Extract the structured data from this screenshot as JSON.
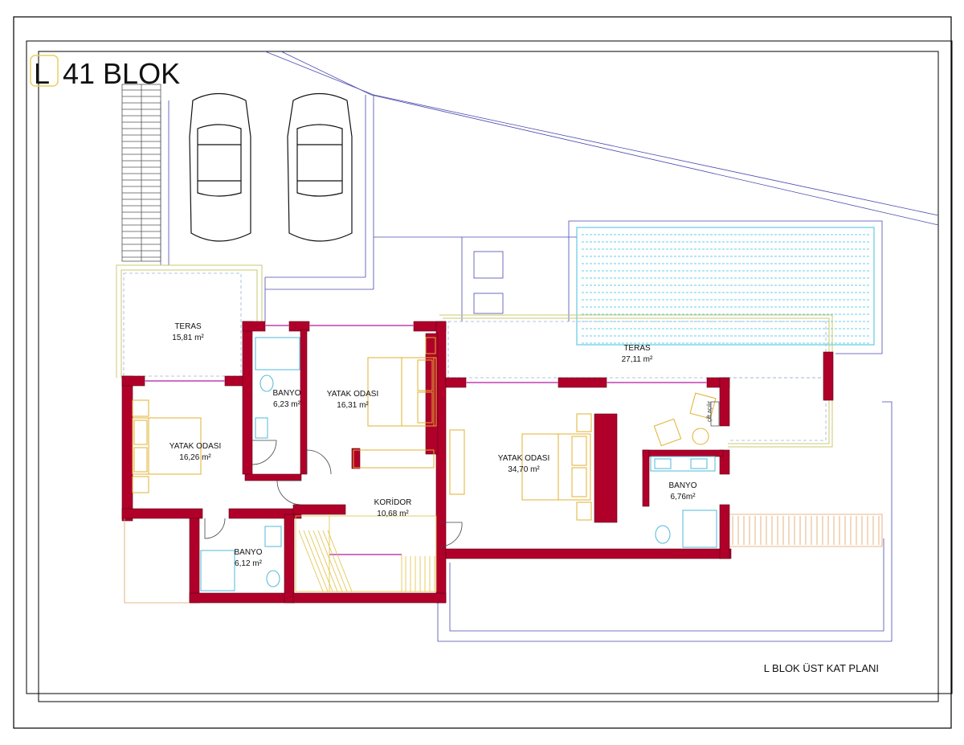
{
  "title": {
    "letter": "L",
    "text": "41 BLOK"
  },
  "caption": "L BLOK ÜST KAT PLANI",
  "rooms": {
    "teras_small": {
      "name": "TERAS",
      "area": "15,81 m²"
    },
    "teras_large": {
      "name": "TERAS",
      "area": "27,11 m²"
    },
    "banyo_1": {
      "name": "BANYO",
      "area": "6,23 m²"
    },
    "yatak_1": {
      "name": "YATAK ODASI",
      "area": "16,31 m²"
    },
    "yatak_2": {
      "name": "YATAK ODASI",
      "area": "16,26 m²"
    },
    "yatak_master": {
      "name": "YATAK ODASI",
      "area": "34,70 m²"
    },
    "banyo_master": {
      "name": "BANYO",
      "area": "6,76m²"
    },
    "koridor": {
      "name": "KORİDOR",
      "area": "10,68 m²"
    },
    "banyo_2": {
      "name": "BANYO",
      "area": "6,12 m²"
    }
  },
  "notes": {
    "cift_acilir": "çift açılır"
  },
  "colors": {
    "wall": "#b0002a",
    "site_line": "#4a4ab0",
    "furniture": "#e0b030",
    "fixture": "#4fb8d8",
    "pool": "#40c0e0",
    "teras_edge": "#c8c870"
  }
}
